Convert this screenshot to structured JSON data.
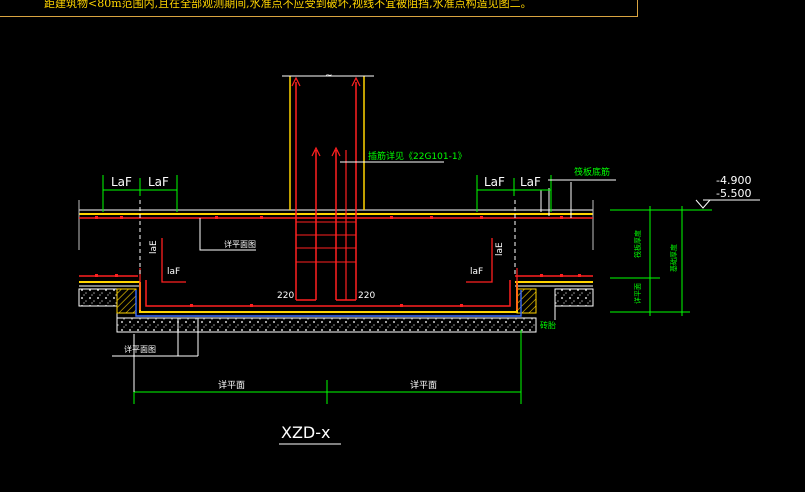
{
  "top_note": "距建筑物<80m范围内,且在全部观测期间,水准点不应受到破坏,视线不宜被阻挡,水准点构造见图二。",
  "labels": {
    "laf_top": [
      "LaF",
      "LaF",
      "LaF",
      "LaF"
    ],
    "lae_vertical_left": "laE",
    "lae_vertical_right": "laE",
    "laf_bottom_left": "laF",
    "laf_bottom_right": "laF",
    "dim_220_left": "220",
    "dim_220_right": "220",
    "callout_anchor": "插筋详见《22G101-1》",
    "callout_right": "筏板底筋",
    "detail_plan_1": "详平面图",
    "detail_plan_2": "详平面图",
    "elev_top": "-4.900",
    "elev_bottom": "-5.500",
    "span_left": "详平面",
    "span_right": "详平面",
    "right_dim_1": "筏板厚度",
    "right_dim_2": "详平面",
    "right_dim_3": "基础厚度",
    "right_label": "砖胎",
    "title": "XZD-x"
  },
  "colors": {
    "background": "#000000",
    "yellow": "#ffd400",
    "red": "#ff2020",
    "white": "#ffffff",
    "green": "#00ff00",
    "blue": "#3a6cff",
    "gray": "#bfbfbf"
  }
}
